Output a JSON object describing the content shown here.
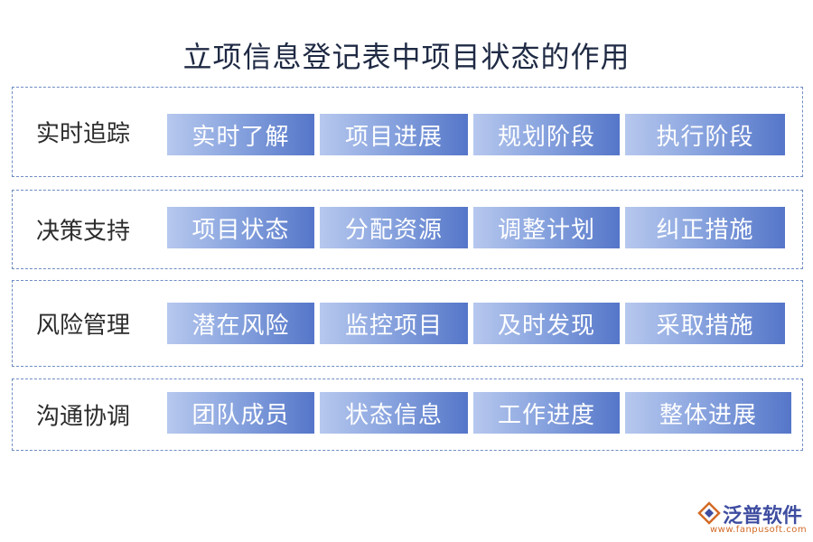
{
  "title": "立项信息登记表中项目状态的作用",
  "rows": [
    {
      "label": "实时追踪",
      "items": [
        "实时了解",
        "项目进展",
        "规划阶段",
        "执行阶段"
      ]
    },
    {
      "label": "决策支持",
      "items": [
        "项目状态",
        "分配资源",
        "调整计划",
        "纠正措施"
      ]
    },
    {
      "label": "风险管理",
      "items": [
        "潜在风险",
        "监控项目",
        "及时发现",
        "采取措施"
      ]
    },
    {
      "label": "沟通协调",
      "items": [
        "团队成员",
        "状态信息",
        "工作进度",
        "整体进展"
      ]
    }
  ],
  "logo": {
    "name": "泛普软件",
    "url": "www.fanpusoft.com"
  }
}
